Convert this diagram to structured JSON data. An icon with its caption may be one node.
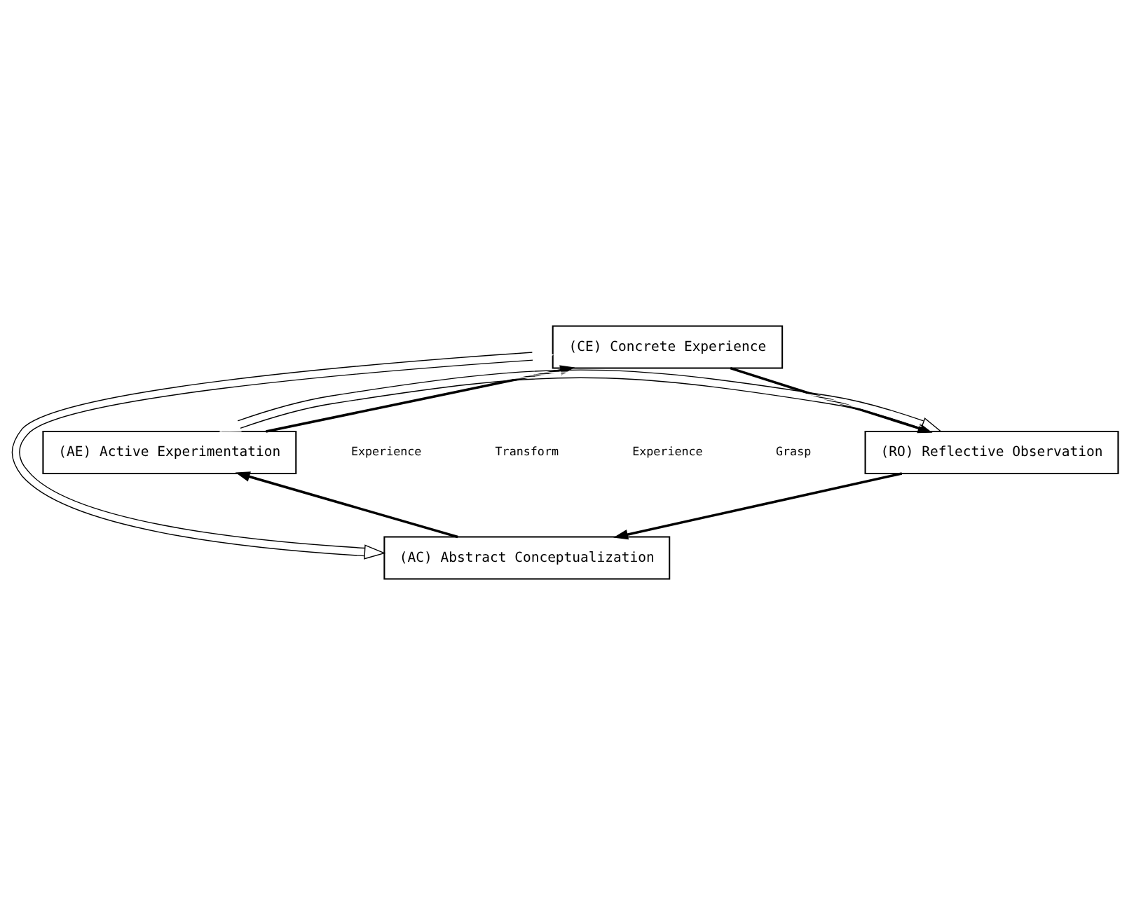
{
  "diagram": {
    "nodes": [
      {
        "text": [
          "(CE) Concrete Experience"
        ]
      },
      {
        "text": [
          "(AE) Active Experimentation"
        ]
      },
      {
        "text": [
          "(RO) Reflective Observation"
        ]
      },
      {
        "text": [
          "(AC) Abstract Conceptualization"
        ]
      }
    ],
    "edges": [
      {
        "from": 0,
        "to": 2,
        "arrow": "to"
      },
      {
        "from": 2,
        "to": 3,
        "arrow": "to"
      },
      {
        "from": 3,
        "to": 1,
        "arrow": "to"
      },
      {
        "from": 1,
        "to": 0,
        "arrow": "to"
      },
      {
        "from": 0,
        "to": 3,
        "arrow": "both"
      },
      {
        "from": 1,
        "to": 2,
        "arrow": "both"
      }
    ],
    "labels": [
      "Experience",
      "Transform",
      "Experience",
      "Grasp"
    ]
  }
}
